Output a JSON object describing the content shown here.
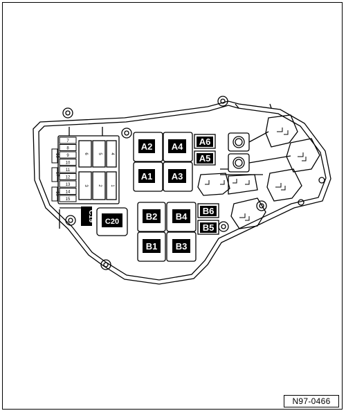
{
  "relays_main": {
    "a2": "A2",
    "a4": "A4",
    "a1": "A1",
    "a3": "A3",
    "a6": "A6",
    "a5": "A5",
    "b2": "B2",
    "b4": "B4",
    "b1": "B1",
    "b3": "B3",
    "b6": "B6",
    "b5": "B5",
    "c20": "C20",
    "c19": "C19"
  },
  "fuse_strip_numbers": [
    "7",
    "8",
    "9",
    "10",
    "11",
    "12",
    "13",
    "14",
    "15"
  ],
  "fuse_side_numbers": [
    "16",
    "17",
    "18"
  ],
  "maxi_fuse_numbers": [
    "6",
    "5",
    "4",
    "3",
    "2",
    "1"
  ],
  "reference_code": "N97-0466",
  "colors": {
    "line": "#000000",
    "fill": "#000000",
    "label": "#ffffff",
    "background": "#ffffff"
  }
}
